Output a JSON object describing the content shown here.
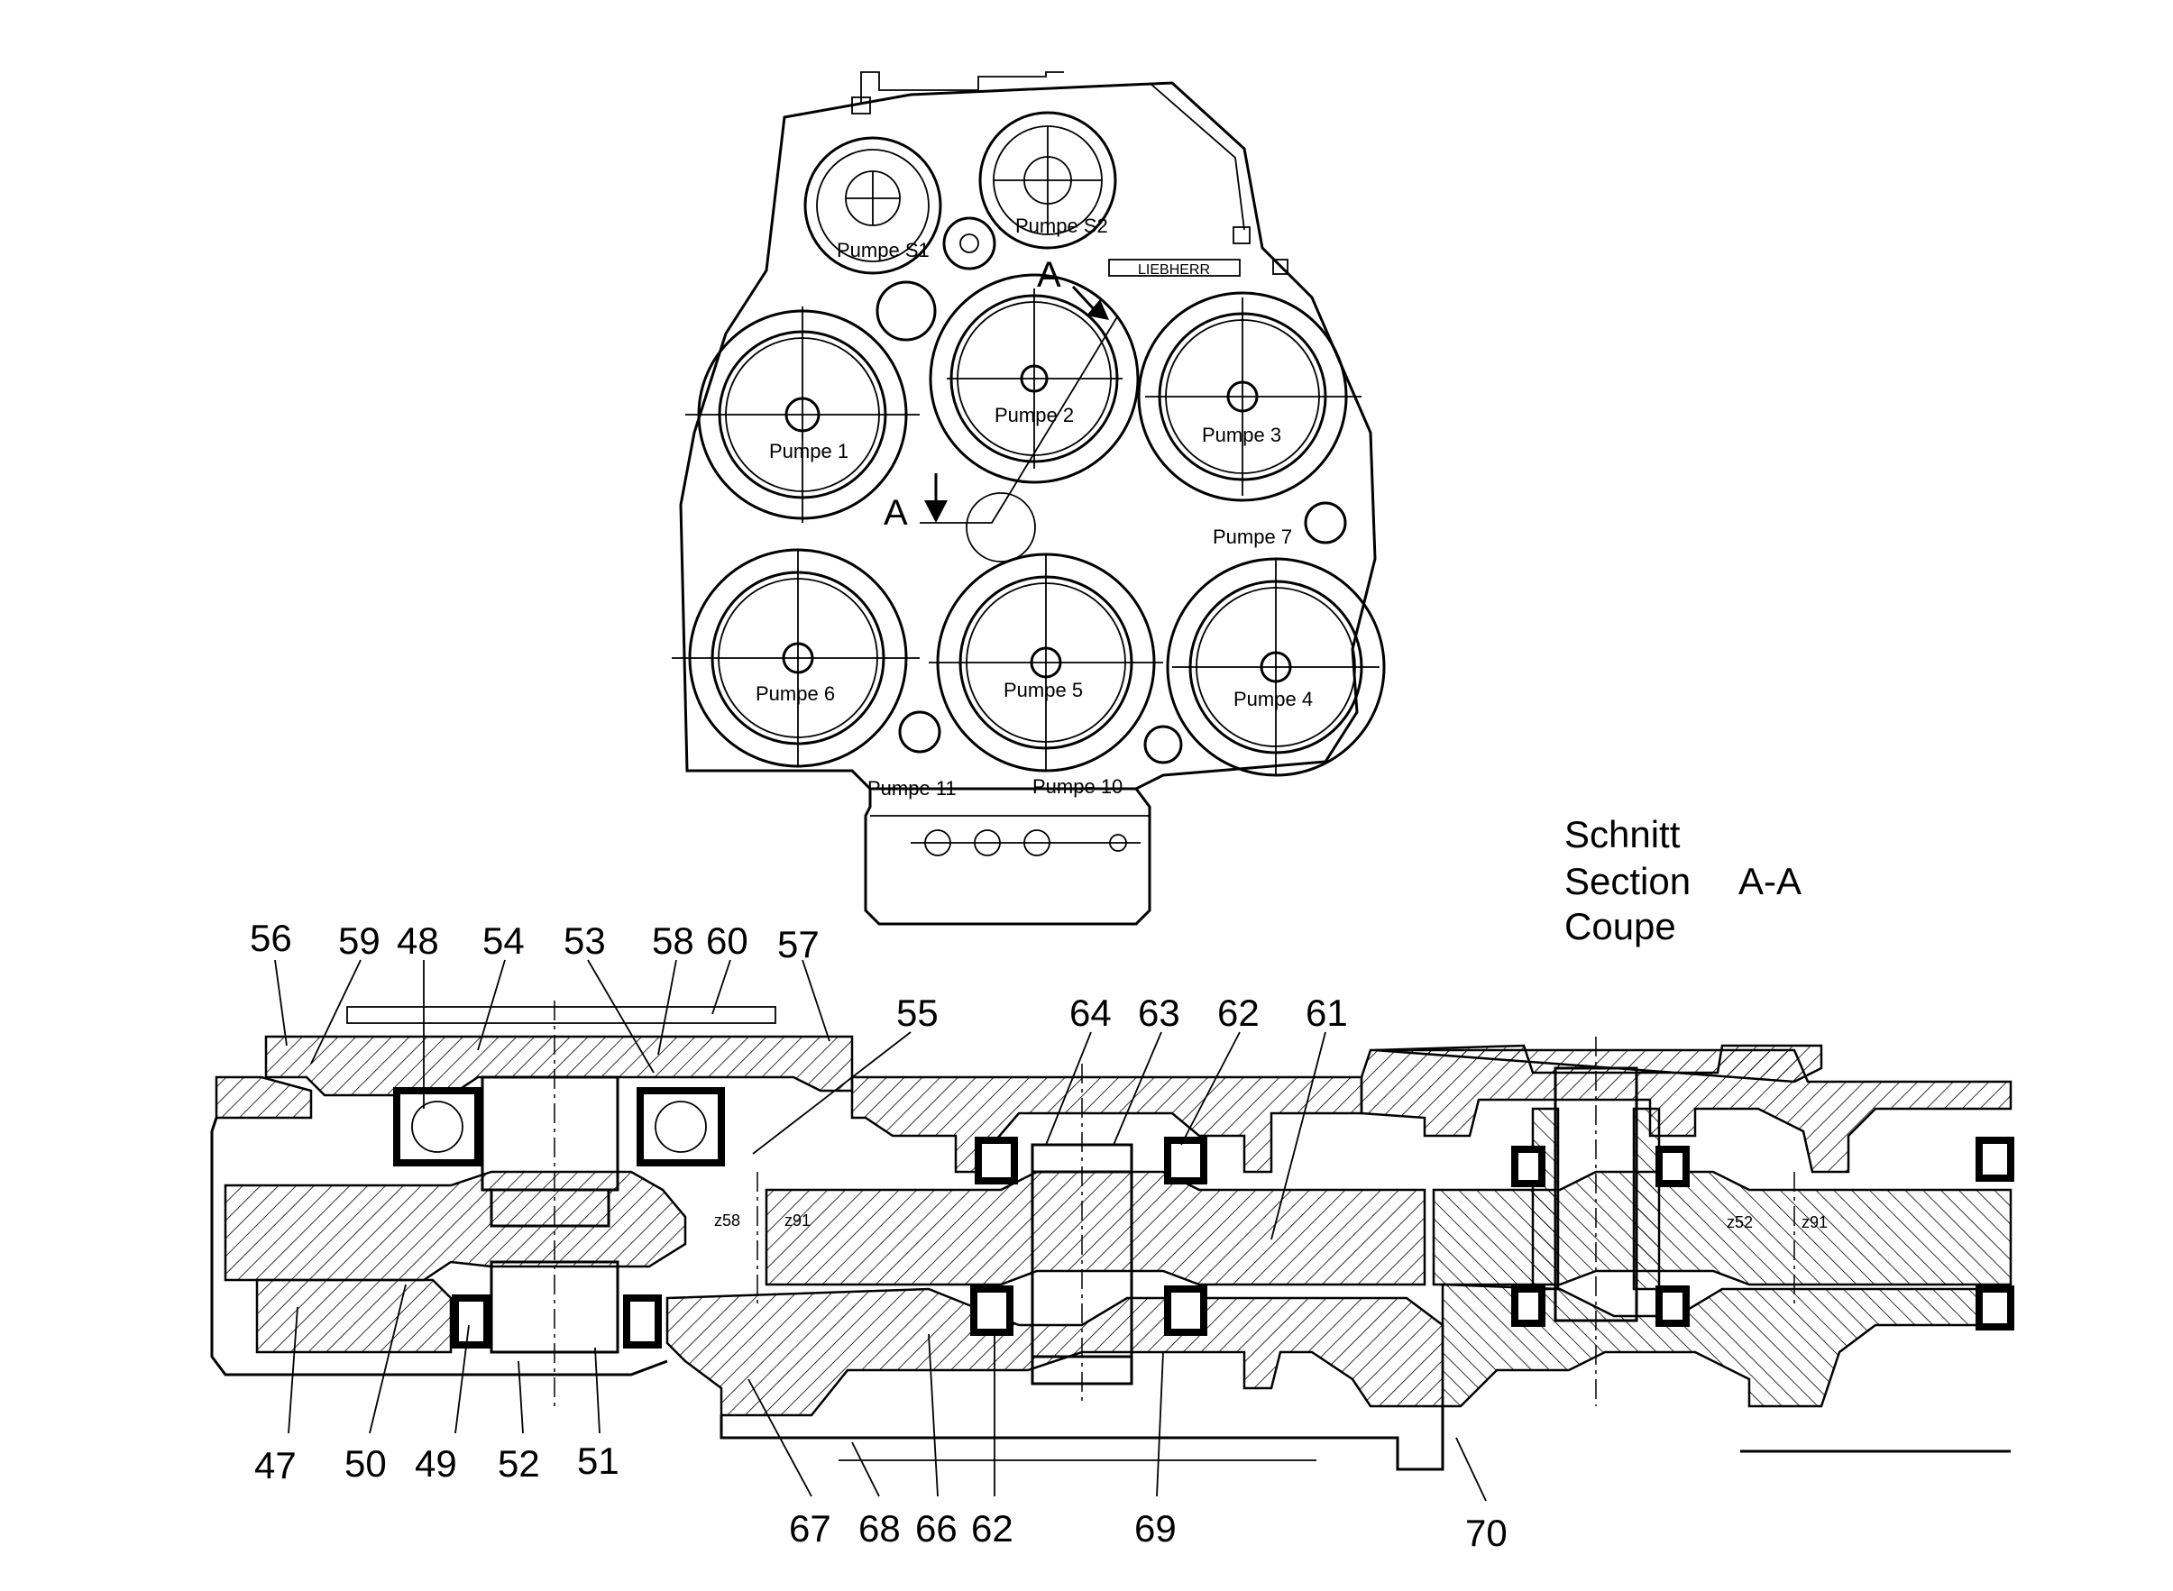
{
  "diagram": {
    "pump_labels": {
      "s1": "Pumpe S1",
      "s2": "Pumpe S2",
      "p1": "Pumpe 1",
      "p2": "Pumpe 2",
      "p3": "Pumpe 3",
      "p4": "Pumpe 4",
      "p5": "Pumpe 5",
      "p6": "Pumpe 6",
      "p7": "Pumpe 7",
      "p11": "Pumpe 11",
      "p10": "Pumpe 10"
    },
    "brand": "LIEBHERR",
    "section_marker": "A",
    "section_title": {
      "line1": "Schnitt",
      "line2": "Section",
      "line2_suffix": "A-A",
      "line3": "Coupe"
    },
    "gear_marks": {
      "z58": "z58",
      "z91a": "z91",
      "z52": "z52",
      "z91b": "z91"
    },
    "part_numbers_top": [
      "56",
      "59",
      "48",
      "54",
      "53",
      "58",
      "60",
      "57",
      "55",
      "64",
      "63",
      "62",
      "61"
    ],
    "part_numbers_bottom": [
      "47",
      "50",
      "49",
      "52",
      "51",
      "67",
      "68",
      "66",
      "62",
      "69",
      "70"
    ]
  }
}
